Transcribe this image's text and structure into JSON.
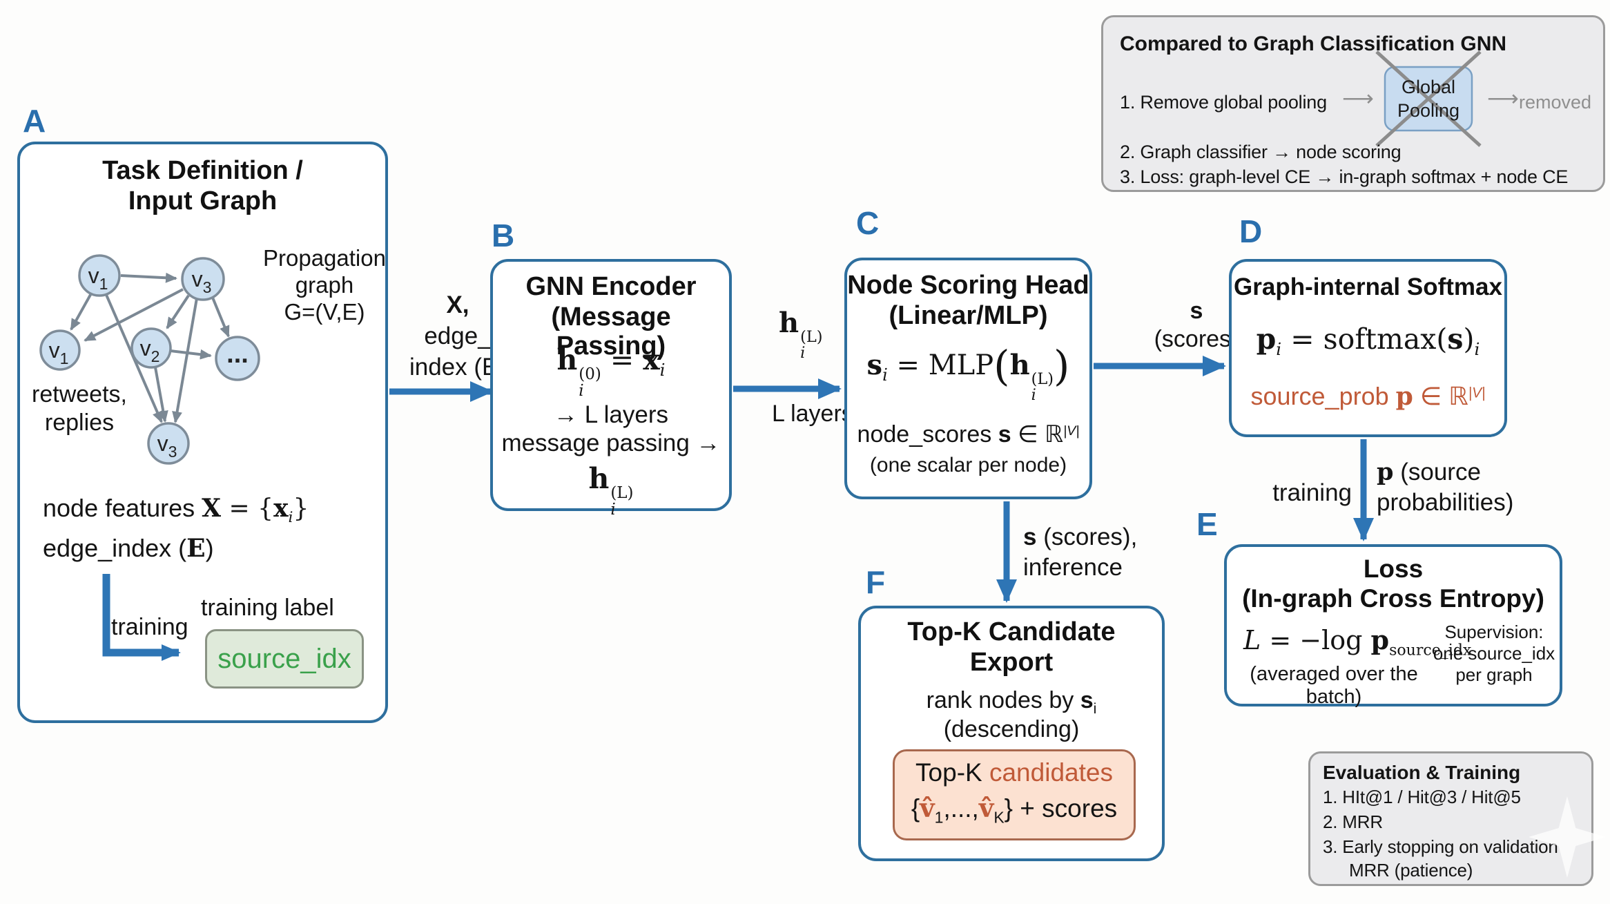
{
  "colors": {
    "accent_blue": "#2e6f9e",
    "arrow_blue": "#2e75b5",
    "label_blue": "#2a6fad",
    "node_fill": "#ccdff0",
    "edge_gray": "#7b8894",
    "green_text": "#3aa14b",
    "green_fill": "#dfeada",
    "orange_text": "#c05a38",
    "peach_fill": "#fce1d1",
    "panel_gray": "#ebebed"
  },
  "section_labels": {
    "a": "A",
    "b": "B",
    "c": "C",
    "d": "D",
    "e": "E",
    "f": "F"
  },
  "box_a": {
    "title_line1": "Task Definition /",
    "title_line2": "Input Graph",
    "graph_caption": {
      "line1": "Propagation",
      "line2": "graph",
      "line3": "G=(V,E)"
    },
    "graph_note": {
      "line1": "retweets,",
      "line2": "replies"
    },
    "nodes": [
      {
        "base": "v",
        "sub": "1"
      },
      {
        "base": "v",
        "sub": "3"
      },
      {
        "base": "v",
        "sub": "1"
      },
      {
        "base": "v",
        "sub": "2"
      },
      {
        "base": "...",
        "sub": ""
      },
      {
        "base": "v",
        "sub": "3"
      }
    ],
    "features_line": {
      "pre": "node features ",
      "X": "X",
      "eq": " = {",
      "x": "x",
      "sub": "i",
      "close": "}"
    },
    "edge_line": {
      "pre": "edge_index (",
      "E": "E",
      "close": ")"
    },
    "training_arrow_label": "training",
    "training_label_caption": "training label",
    "source_chip": "source_idx"
  },
  "arrow_ab": {
    "line1": "X,",
    "line2": "edge_",
    "line3": "index (E)"
  },
  "box_b": {
    "title_line1": "GNN Encoder",
    "title_line2": "(Message Passing)",
    "f1": {
      "h": "h",
      "sup": "(0)",
      "sub": "i",
      "eq": " = ",
      "x": "x",
      "xsub": "i"
    },
    "mid_line1": "→ L layers",
    "mid_line2": "message passing →",
    "f2": {
      "h": "h",
      "sup": "(L)",
      "sub": "i"
    }
  },
  "arrow_bc": {
    "top": {
      "h": "h",
      "sup": "(L)",
      "sub": "i"
    },
    "bottom": "L layers"
  },
  "box_c": {
    "title_line1": "Node Scoring Head",
    "title_line2": "(Linear/MLP)",
    "f": {
      "s": "s",
      "ssub": "i",
      "eq": " = MLP",
      "open": "(",
      "h": "h",
      "sup": "(L)",
      "sub": "i",
      "close": ")"
    },
    "scores_line": {
      "pre": "node_scores ",
      "s": "s",
      "mid": " ∈ ",
      "R": "ℝ",
      "sup": "|V|"
    },
    "note": "(one scalar per node)"
  },
  "arrow_cd": {
    "line1": "s",
    "line2": "(scores)"
  },
  "box_d": {
    "title": "Graph-internal Softmax",
    "f": {
      "p": "p",
      "psub": "i",
      "eq": " = softmax(",
      "s": "s",
      "close": ")",
      "isub": "i"
    },
    "prob_line": {
      "pre": "source_prob ",
      "p": "p",
      "mid": " ∈ ",
      "R": "ℝ",
      "sup": "|V|"
    }
  },
  "arrow_de": {
    "left": "training",
    "right": {
      "p": "p",
      "rest1": " (source",
      "rest2": "probabilities)"
    }
  },
  "box_e": {
    "title_line1": "Loss",
    "title_line2": "(In-graph Cross Entropy)",
    "f": {
      "L": "L",
      "eq": " = −log ",
      "p": "p",
      "sub": "source_idx"
    },
    "note": "(averaged over the batch)",
    "supervision": {
      "line1": "Supervision:",
      "line2": "one source_idx",
      "line3": "per graph"
    }
  },
  "arrow_cf": {
    "line1": {
      "s": "s",
      "rest": " (scores),"
    },
    "line2": "inference"
  },
  "box_f": {
    "title_line1": "Top-K Candidate",
    "title_line2": "Export",
    "rank_line": {
      "pre": "rank nodes by ",
      "s": "s",
      "sub": "i"
    },
    "desc": "(descending)",
    "chip": {
      "black": "Top-K ",
      "orange": "candidates",
      "open": "{",
      "v1": "v̂",
      "s1": "1",
      "mid": ",...,",
      "v2": "v̂",
      "s2": "K",
      "close": "} + scores"
    }
  },
  "panel_compare": {
    "title": "Compared to Graph Classification GNN",
    "item1": "1. Remove global pooling",
    "pooling_box": {
      "line1": "Global",
      "line2": "Pooling"
    },
    "removed": "removed",
    "item2": "2. Graph classifier → node scoring",
    "item3": "3. Loss: graph-level CE → in-graph softmax + node CE"
  },
  "panel_eval": {
    "title": "Evaluation & Training",
    "item1": "1. HIt@1 / Hit@3 / Hit@5",
    "item2": "2. MRR",
    "item3_line1": "3. Early stopping on validation",
    "item3_line2": "MRR (patience)"
  }
}
